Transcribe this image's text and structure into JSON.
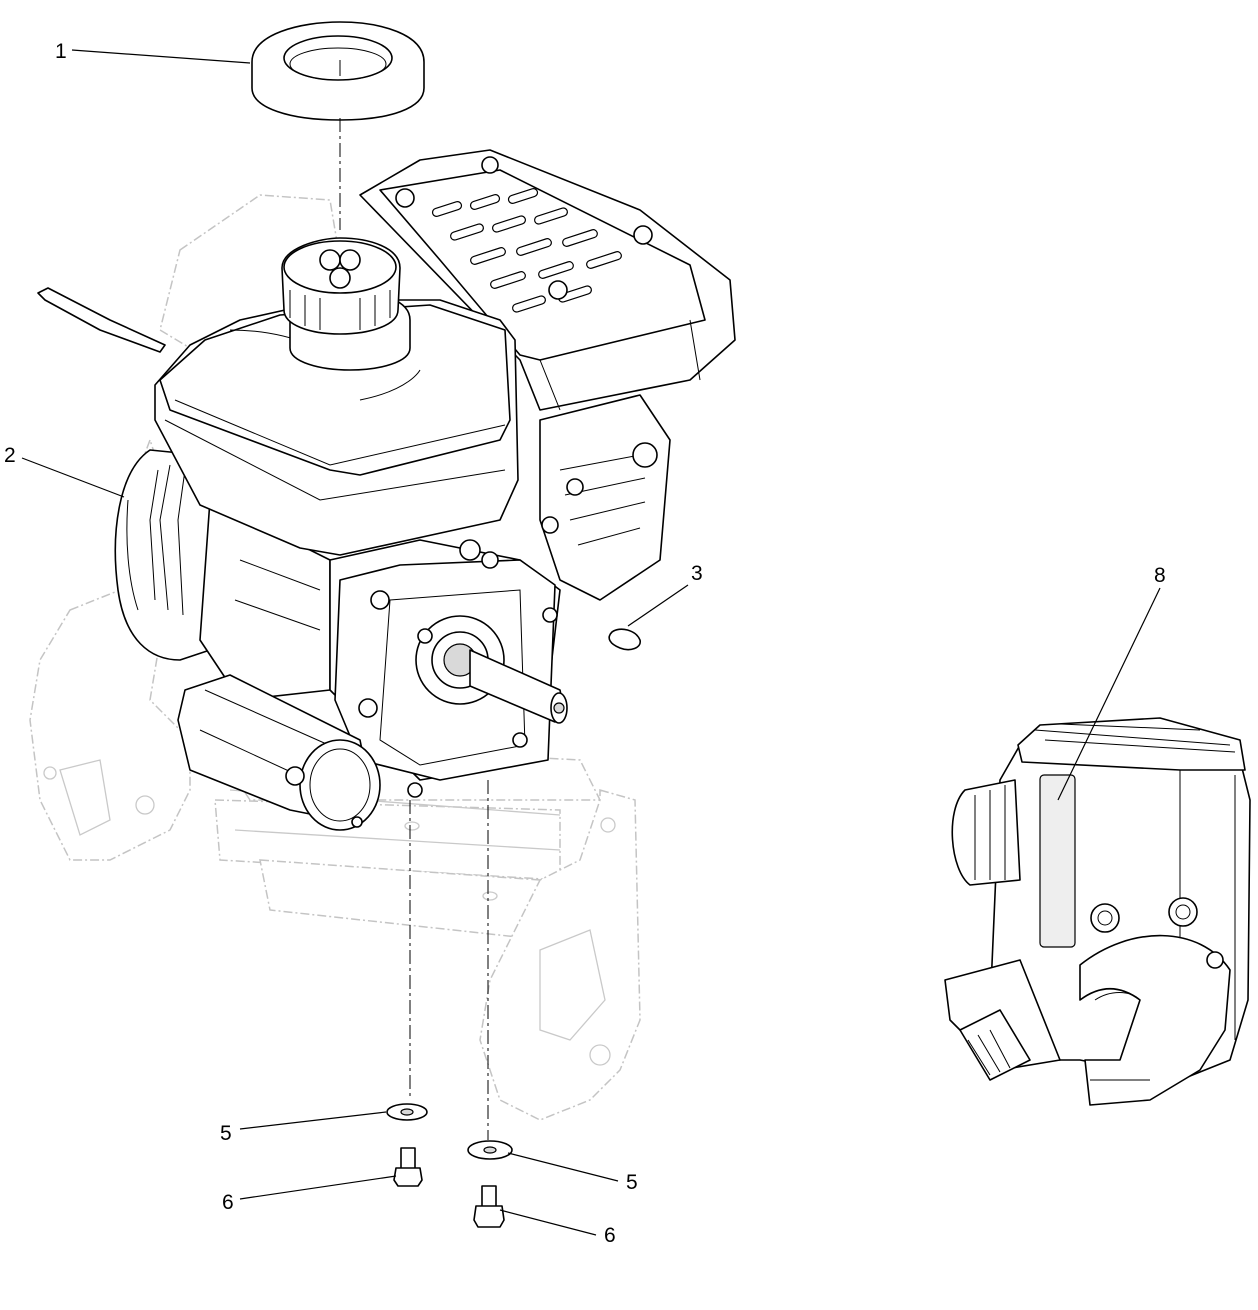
{
  "callouts": {
    "c1": "1",
    "c2": "2",
    "c3": "3",
    "c5a": "5",
    "c5b": "5",
    "c6a": "6",
    "c6b": "6",
    "c8": "8"
  }
}
